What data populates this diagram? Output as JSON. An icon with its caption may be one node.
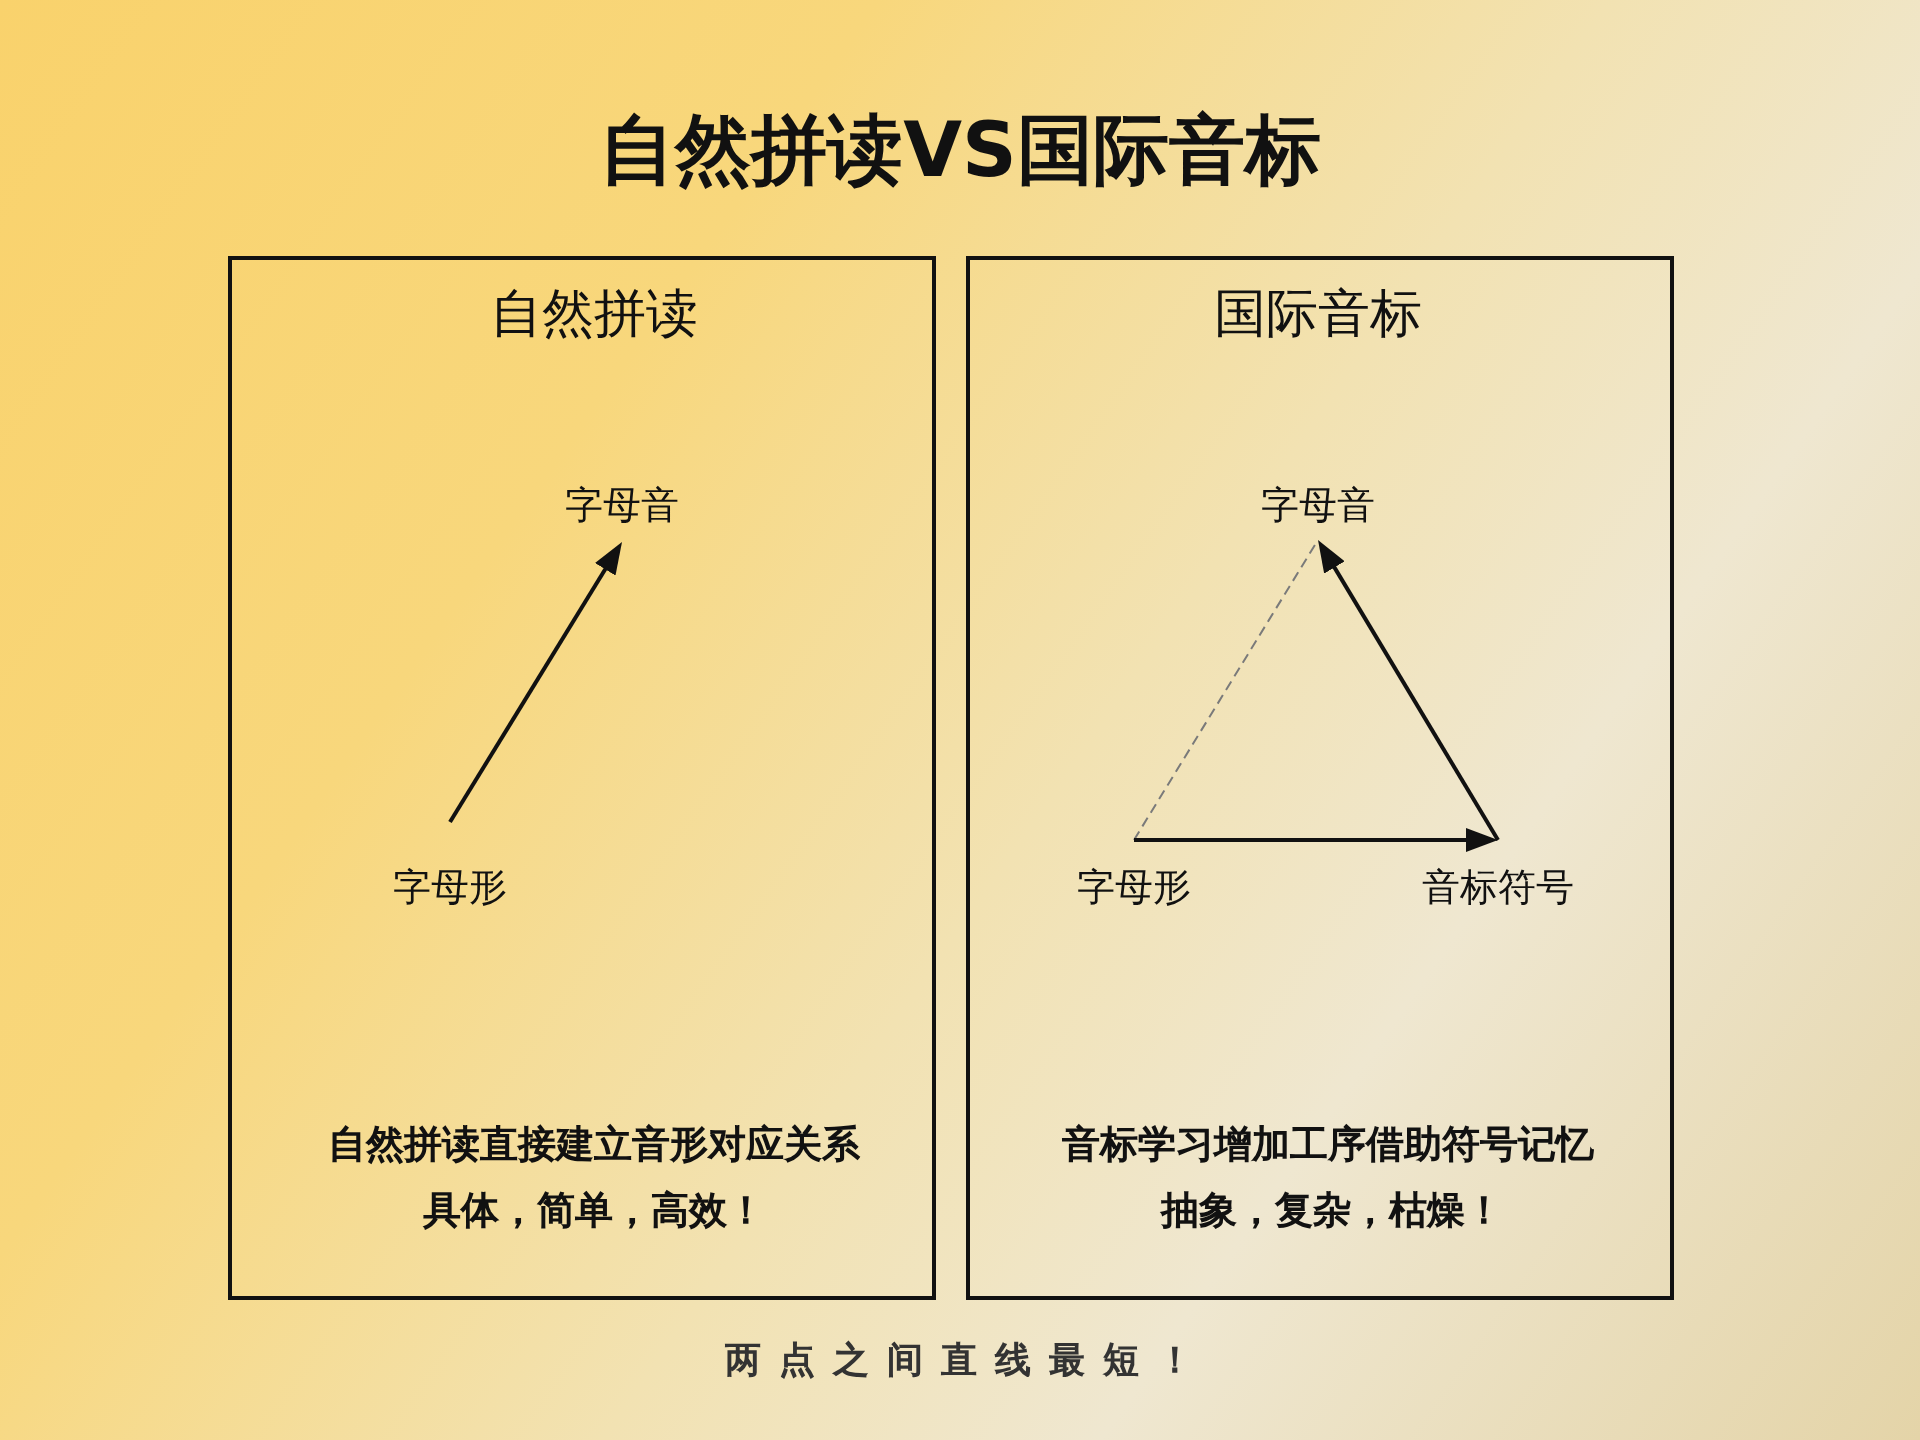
{
  "diagram": {
    "title": "自然拼读VS国际音标",
    "nodes": [
      {
        "text": [
          "自然拼读",
          "自然拼读直接建立音形对应关系",
          "具体，简单，高效！"
        ]
      },
      {
        "text": [
          "字母音"
        ],
        "in": 0
      },
      {
        "text": [
          "字母形"
        ],
        "in": 0
      },
      {
        "text": [
          "国际音标",
          "音标学习增加工序借助符号记忆",
          "抽象，复杂，枯燥！"
        ]
      },
      {
        "text": [
          "字母音"
        ],
        "in": 3
      },
      {
        "text": [
          "字母形"
        ],
        "in": 3
      },
      {
        "text": [
          "音标符号"
        ],
        "in": 3
      }
    ],
    "edges": [
      {
        "from": 2,
        "to": 1,
        "arrow": "to"
      },
      {
        "from": 5,
        "to": 4,
        "arrow": "none",
        "style": "dashed",
        "color": "#7a7a7a"
      },
      {
        "from": 5,
        "to": 6,
        "arrow": "to"
      },
      {
        "from": 6,
        "to": 4,
        "arrow": "to"
      }
    ],
    "caption": "两点之间直线最短！"
  }
}
